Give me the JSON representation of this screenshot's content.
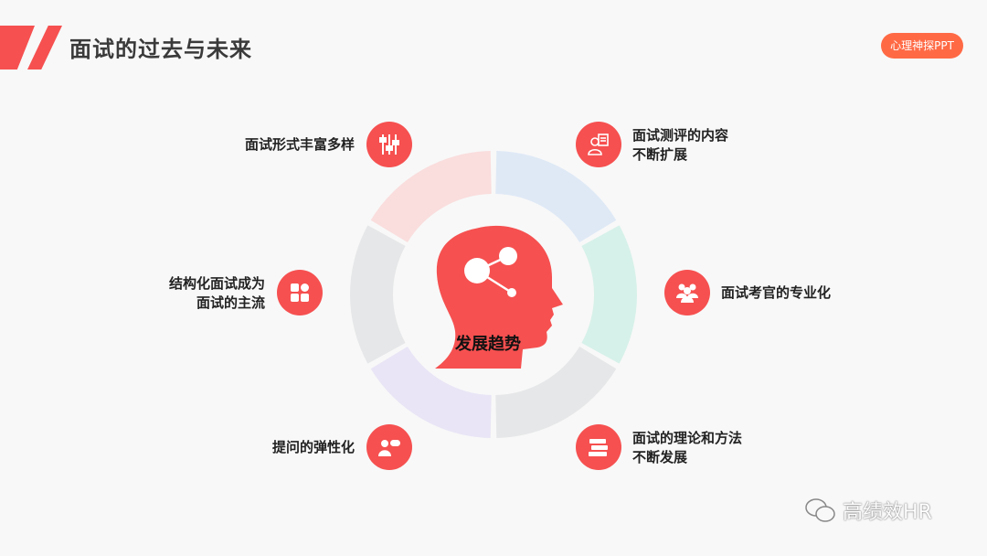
{
  "header": {
    "title": "面试的过去与未来",
    "badge": "心理神探PPT"
  },
  "center": {
    "label": "发展趋势"
  },
  "ring_colors": [
    "#dfe9f6",
    "#d6f1e9",
    "#e6e7e8",
    "#e9e5f6",
    "#e6e7e8",
    "#fadddd"
  ],
  "accent": "#f65050",
  "items": [
    {
      "icon": "sliders-icon",
      "line1": "面试形式丰富多样",
      "line2": ""
    },
    {
      "icon": "presenter-icon",
      "line1": "面试测评的内容",
      "line2": "不断扩展"
    },
    {
      "icon": "group-icon",
      "line1": "面试考官的专业化",
      "line2": ""
    },
    {
      "icon": "books-icon",
      "line1": "面试的理论和方法",
      "line2": "不断发展"
    },
    {
      "icon": "speech-person-icon",
      "line1": "提问的弹性化",
      "line2": ""
    },
    {
      "icon": "grid-icon",
      "line1": "结构化面试成为",
      "line2": "面试的主流"
    }
  ],
  "watermark": "高绩效HR"
}
